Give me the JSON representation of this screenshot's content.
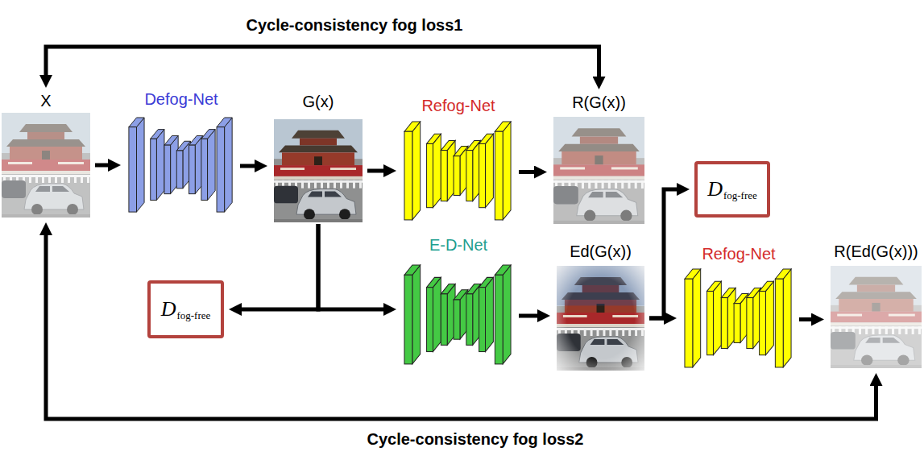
{
  "diagram": {
    "nodes": [
      {
        "text": [
          "X"
        ]
      },
      {
        "text": [
          "Defog-Net"
        ]
      },
      {
        "text": [
          "G(x)"
        ]
      },
      {
        "text": [
          "Refog-Net"
        ]
      },
      {
        "text": [
          "R(G(x))"
        ]
      },
      {
        "text": [
          "D",
          "fog-free"
        ]
      },
      {
        "text": [
          "D",
          "fog-free"
        ]
      },
      {
        "text": [
          "E-D-Net"
        ]
      },
      {
        "text": [
          "Ed(G(x))"
        ]
      },
      {
        "text": [
          "Refog-Net"
        ]
      },
      {
        "text": [
          "R(Ed(G(x)))"
        ]
      }
    ],
    "edges": [
      {
        "from": 0,
        "to": 1,
        "arrow": "to"
      },
      {
        "from": 1,
        "to": 2,
        "arrow": "to"
      },
      {
        "from": 2,
        "to": 3,
        "arrow": "to"
      },
      {
        "from": 3,
        "to": 4,
        "arrow": "to"
      },
      {
        "from": 2,
        "to": 6,
        "arrow": "to"
      },
      {
        "from": 2,
        "to": 7,
        "arrow": "to"
      },
      {
        "from": 7,
        "to": 8,
        "arrow": "to"
      },
      {
        "from": 8,
        "to": 5,
        "arrow": "to"
      },
      {
        "from": 8,
        "to": 9,
        "arrow": "to"
      },
      {
        "from": 9,
        "to": 10,
        "arrow": "to"
      },
      {
        "from": 0,
        "to": 4,
        "label": "Cycle-consistency fog loss1",
        "arrow": "both"
      },
      {
        "from": 0,
        "to": 10,
        "label": "Cycle-consistency fog loss2",
        "arrow": "both"
      }
    ]
  }
}
